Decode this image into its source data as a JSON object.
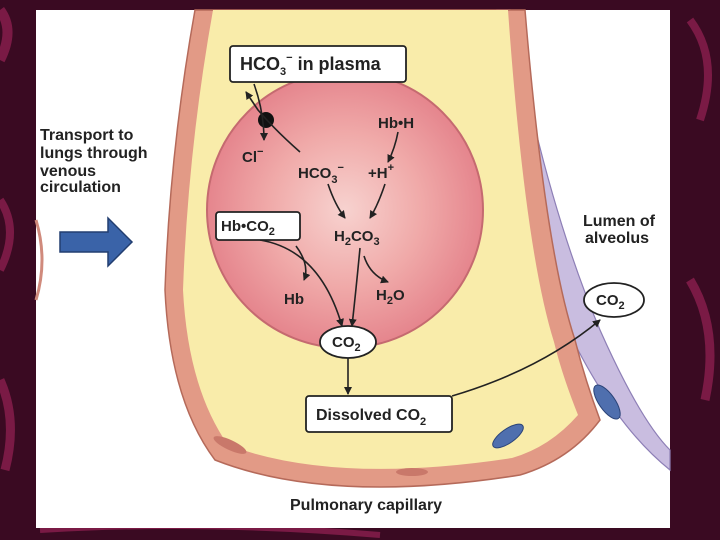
{
  "labels": {
    "hco3_plasma_main": "HCO",
    "hco3_plasma_sub": "3",
    "hco3_plasma_sup": "−",
    "hco3_plasma_rest": " in plasma",
    "transport_line1": "Transport to",
    "transport_line2": "lungs through",
    "transport_line3": "venous",
    "transport_line4": "circulation",
    "hb_h": "Hb•H",
    "cl_main": "Cl",
    "cl_sup": "−",
    "hco3_cell_main": "HCO",
    "hco3_cell_sub": "3",
    "hco3_cell_sup": "−",
    "plus_h_main": "+H",
    "plus_h_sup": "+",
    "hb_co2_main": "Hb•CO",
    "hb_co2_sub": "2",
    "h2co3_a": "H",
    "h2co3_sub1": "2",
    "h2co3_b": "CO",
    "h2co3_sub2": "3",
    "hb": "Hb",
    "h2o_a": "H",
    "h2o_sub": "2",
    "h2o_b": "O",
    "co2_cell_main": "CO",
    "co2_cell_sub": "2",
    "lumen_line1": "Lumen of",
    "lumen_line2": "alveolus",
    "co2_alv_main": "CO",
    "co2_alv_sub": "2",
    "dissolved_main": "Dissolved CO",
    "dissolved_sub": "2",
    "pulmonary_capillary": "Pulmonary capillary"
  },
  "colors": {
    "slide_bg": "#3a0a22",
    "panel_bg": "#ffffff",
    "plasma": "#f9ecaa",
    "vessel_wall": "#e29a86",
    "red_cell": "#ec9a9f",
    "alveolar_wall": "#c9bde0",
    "flow_arrow": "#3a63a8"
  }
}
